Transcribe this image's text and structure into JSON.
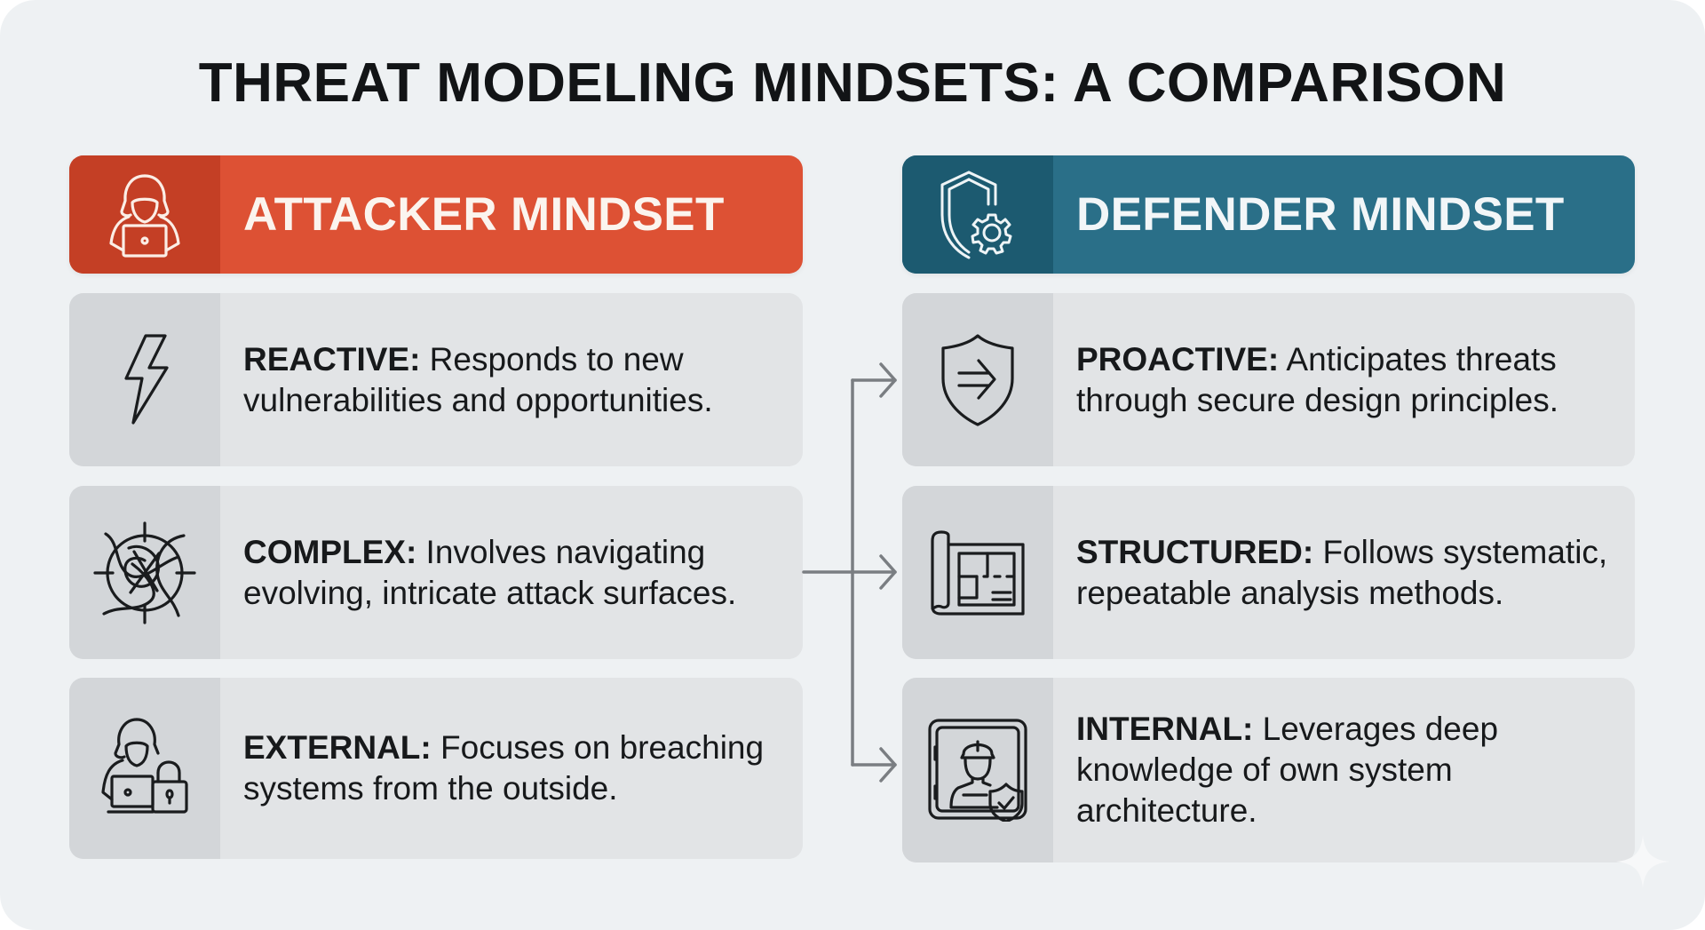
{
  "title": "THREAT MODELING MINDSETS: A COMPARISON",
  "colors": {
    "attacker_header": "#dd5134",
    "attacker_header_icon_bg": "#c43f25",
    "defender_header": "#2a6f88",
    "defender_header_icon_bg": "#1c5a70",
    "card_bg": "#e2e4e6",
    "card_icon_bg": "#d3d6d9",
    "connector": "#7a7e82",
    "background": "#eef1f3"
  },
  "attacker": {
    "header": {
      "label": "ATTACKER MINDSET",
      "icon": "hooded-hacker-laptop-icon"
    },
    "items": [
      {
        "keyword": "REACTIVE:",
        "description": " Responds to new vulnerabilities and opportunities.",
        "icon": "lightning-bolt-icon"
      },
      {
        "keyword": "COMPLEX:",
        "description": " Involves navigating evolving, intricate attack surfaces.",
        "icon": "tangled-target-icon"
      },
      {
        "keyword": "EXTERNAL:",
        "description": " Focuses on breaching systems from the outside.",
        "icon": "hacker-with-lock-icon"
      }
    ]
  },
  "defender": {
    "header": {
      "label": "DEFENDER MINDSET",
      "icon": "shield-gear-icon"
    },
    "items": [
      {
        "keyword": "PROACTIVE:",
        "description": " Anticipates threats through secure design principles.",
        "icon": "shield-arrow-icon"
      },
      {
        "keyword": "STRUCTURED:",
        "description": " Follows systematic, repeatable analysis methods.",
        "icon": "blueprint-icon"
      },
      {
        "keyword": "INTERNAL:",
        "description": " Leverages deep knowledge of own system architecture.",
        "icon": "engineer-shield-icon"
      }
    ]
  }
}
